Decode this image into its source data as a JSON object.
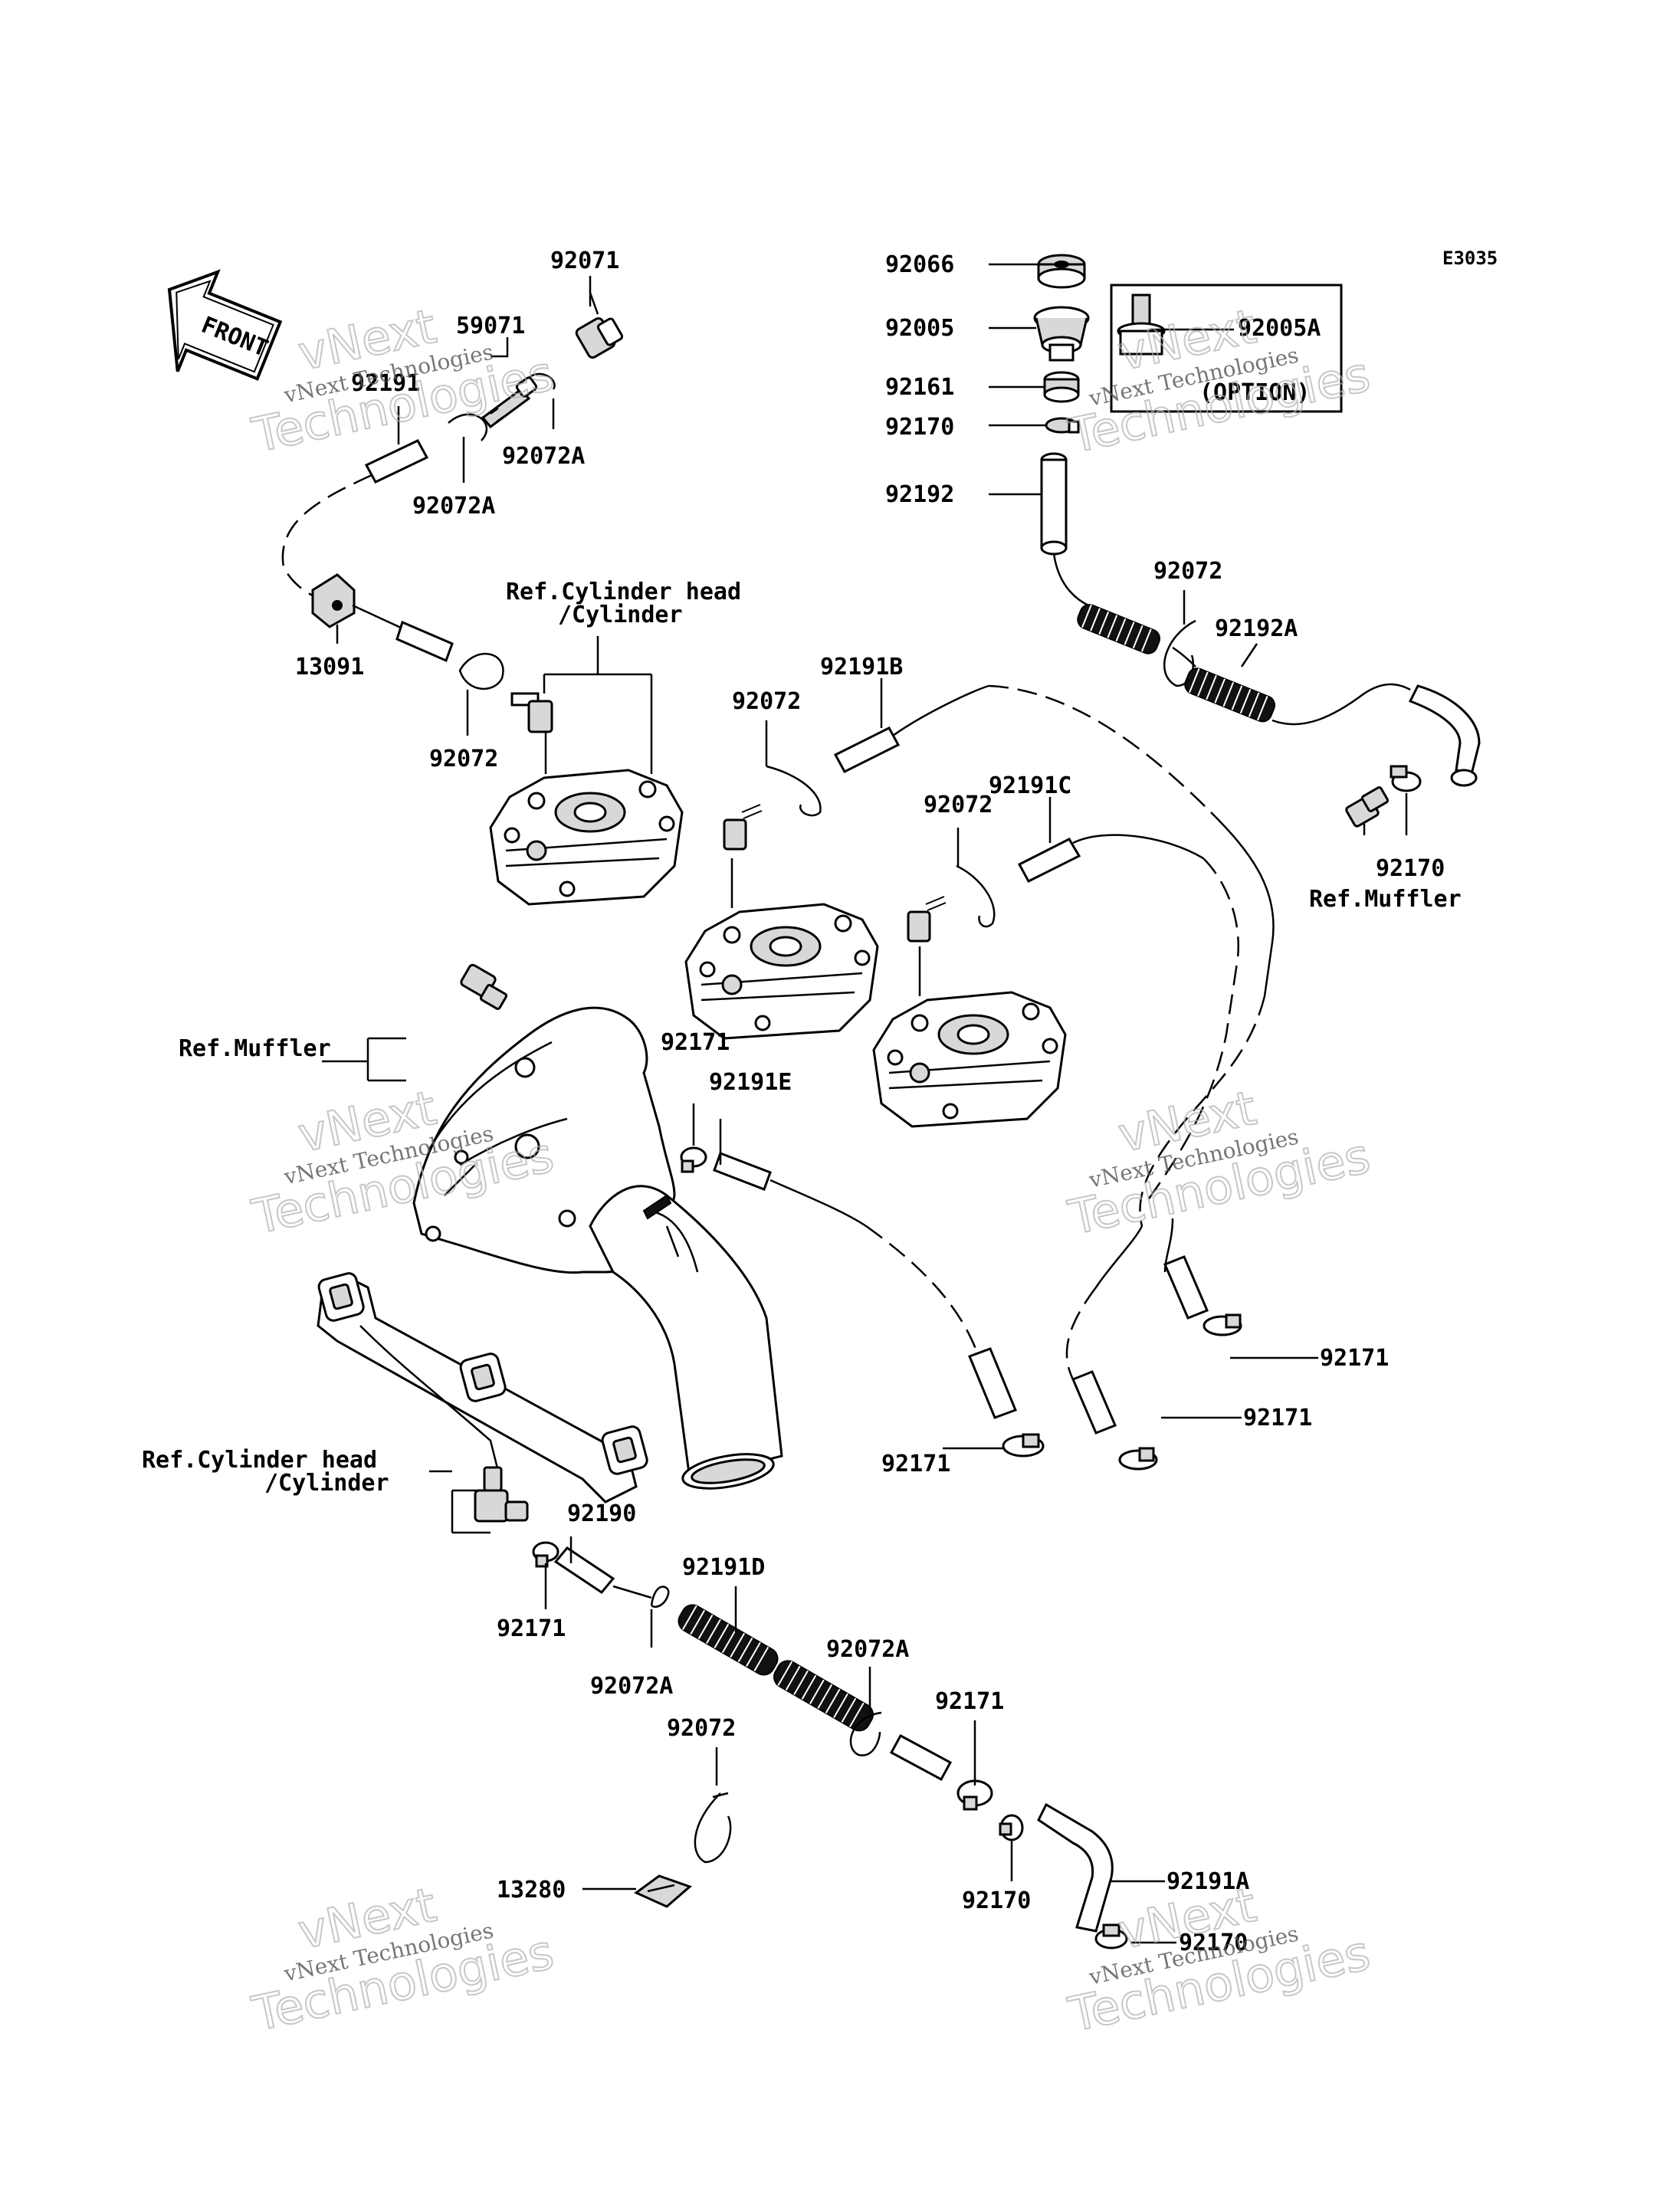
{
  "diagram": {
    "code": "E3035",
    "front_label": "FRONT",
    "watermark": {
      "line1": "vNext Technologies",
      "line2": "vNext",
      "line3": "Technologies"
    },
    "labels": {
      "p92071": "92071",
      "p59071": "59071",
      "p92191_top": "92191",
      "p92072A_1": "92072A",
      "p92072A_2": "92072A",
      "p13091": "13091",
      "ref_cyl_1a": "Ref.Cylinder head",
      "ref_cyl_1b": "/Cylinder",
      "p92072_a": "92072",
      "p92072_b": "92072",
      "p92191B": "92191B",
      "p92072_c": "92072",
      "p92191C": "92191C",
      "p92066": "92066",
      "p92005": "92005",
      "p92005A": "92005A",
      "option": "(OPTION)",
      "p92161": "92161",
      "p92170_top": "92170",
      "p92192": "92192",
      "p92072_d": "92072",
      "p92192A": "92192A",
      "p92170_r": "92170",
      "ref_muffler_r": "Ref.Muffler",
      "ref_muffler_l": "Ref.Muffler",
      "p92171_a": "92171",
      "p92191E": "92191E",
      "p92171_b": "92171",
      "p92171_c": "92171",
      "p92171_d": "92171",
      "ref_cyl_2a": "Ref.Cylinder head",
      "ref_cyl_2b": "/Cylinder",
      "p92190": "92190",
      "p92171_e": "92171",
      "p92191D": "92191D",
      "p92072A_3": "92072A",
      "p92072A_4": "92072A",
      "p92171_f": "92171",
      "p92072_e": "92072",
      "p13280": "13280",
      "p92170_b": "92170",
      "p92191A": "92191A",
      "p92170_c": "92170"
    }
  }
}
